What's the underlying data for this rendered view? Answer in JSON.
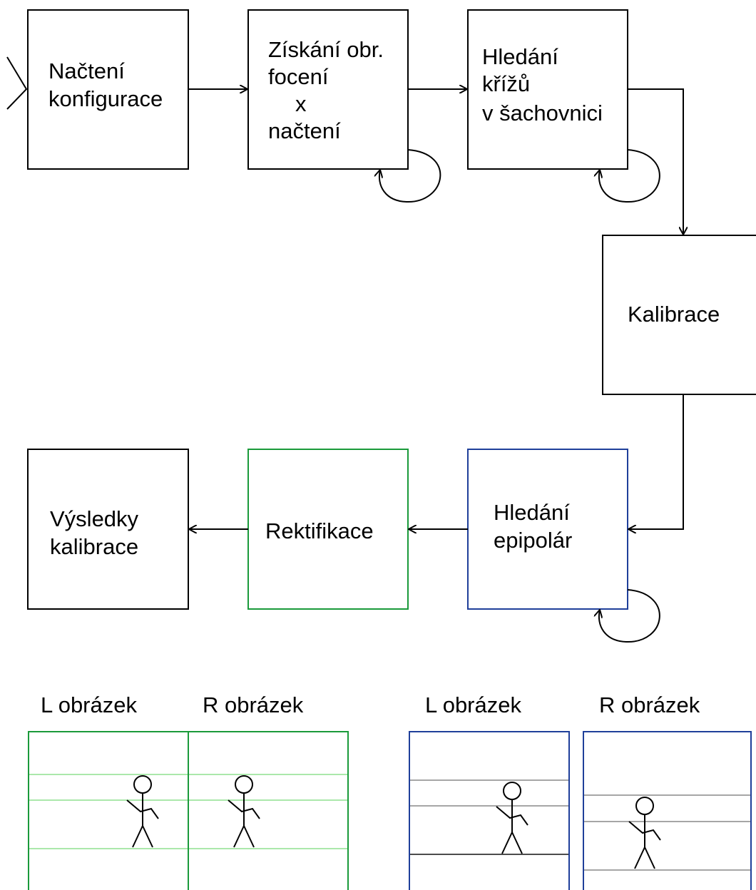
{
  "colors": {
    "black": "#000000",
    "green": "#1a9a3a",
    "green_line": "#8fe08f",
    "blue": "#1f3f9a",
    "gray_line": "#888888"
  },
  "steps": {
    "load_config": [
      "Načtení",
      "konfigurace"
    ],
    "acquire": [
      "Získání obr.",
      "focení",
      "x",
      "načtení"
    ],
    "find_corners": [
      "Hledání",
      "křížů",
      "v šachovnici"
    ],
    "calibration": [
      "Kalibrace"
    ],
    "find_epipolar": [
      "Hledání",
      "epipolár"
    ],
    "rectification": [
      "Rektifikace"
    ],
    "results": [
      "Výsledky",
      "kalibrace"
    ]
  },
  "illustrations": {
    "rectified": {
      "left_title": "L obrázek",
      "right_title": "R obrázek"
    },
    "epipolar": {
      "left_title": "L obrázek",
      "right_title": "R obrázek"
    }
  }
}
